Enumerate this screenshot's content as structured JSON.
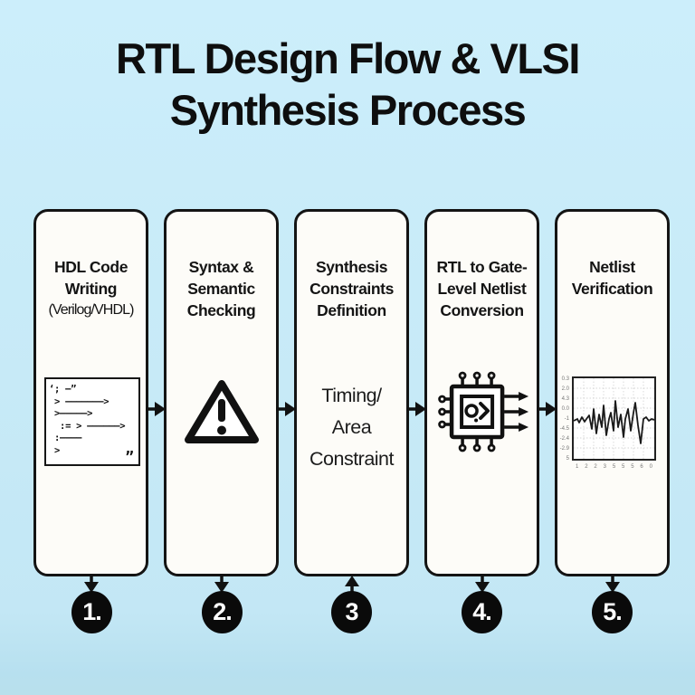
{
  "title": {
    "lines": [
      "RTL Design Flow & VLSI",
      "Synthesis Process"
    ]
  },
  "colors": {
    "background": "#c7eaf7",
    "card_background": "#fdfcf8",
    "outline": "#141414",
    "badge_background": "#0a0a0a",
    "badge_text": "#ffffff"
  },
  "steps": [
    {
      "badge": "1.",
      "title_lines": [
        "HDL Code",
        "Writing"
      ],
      "subtitle": "(Verilog/VHDL)",
      "icon": "code-snippet-icon",
      "flow_to_badge": "down"
    },
    {
      "badge": "2.",
      "title_lines": [
        "Syntax &",
        "Semantic",
        "Checking"
      ],
      "icon": "warning-triangle-icon",
      "flow_to_badge": "down"
    },
    {
      "badge": "3",
      "title_lines": [
        "Synthesis",
        "Constraints",
        "Definition"
      ],
      "body_lines": [
        "Timing/",
        "Area",
        "Constraint"
      ],
      "flow_to_badge": "up"
    },
    {
      "badge": "4.",
      "title_lines": [
        "RTL to Gate-",
        "Level Netlist",
        "Conversion"
      ],
      "icon": "chip-icon",
      "flow_to_badge": "down"
    },
    {
      "badge": "5.",
      "title_lines": [
        "Netlist",
        "Verification"
      ],
      "icon": "waveform-chart-icon",
      "flow_to_badge": "down"
    }
  ],
  "code_icon": {
    "lines": [
      "‘; —”",
      " > ———————>",
      " >—————>",
      "  := > ——————>",
      " :————",
      " >"
    ],
    "closing_mark": "”"
  },
  "waveform_icon": {
    "y_ticks": [
      "0.3",
      "2.0",
      "4.3",
      "0.0",
      "-1",
      "-4.5",
      "-2.4",
      "-2.9",
      "5"
    ],
    "x_ticks": [
      "1",
      "2",
      "2",
      "3",
      "5",
      "5",
      "5",
      "6",
      "0"
    ]
  }
}
